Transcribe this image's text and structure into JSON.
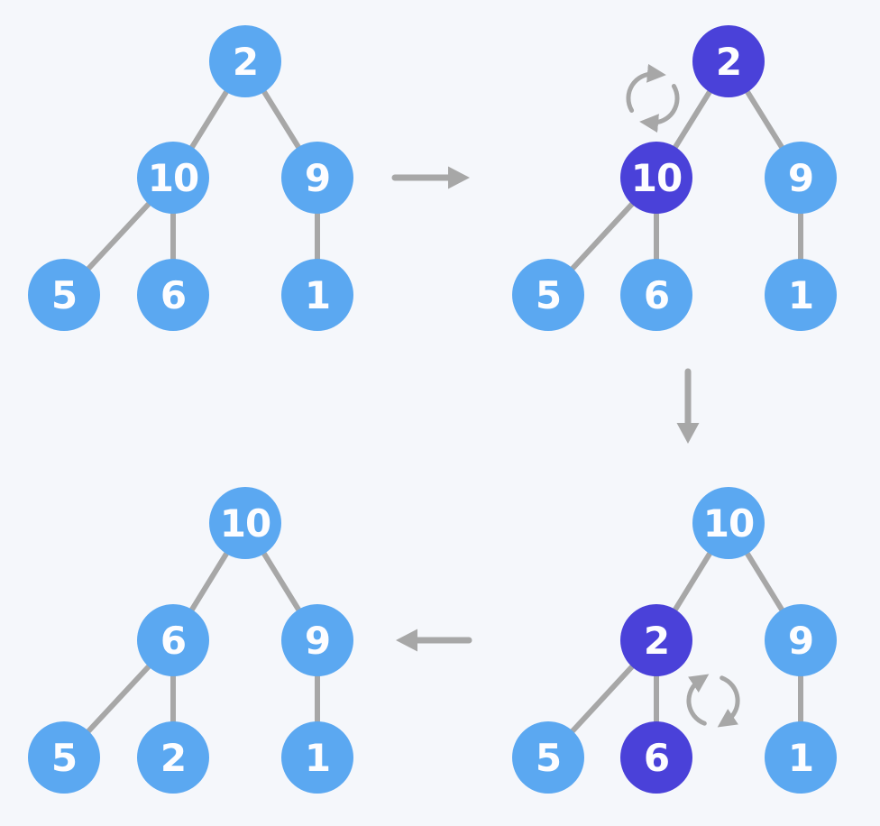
{
  "title": "heapify-steps-diagram",
  "colors": {
    "background": "#f5f7fb",
    "node": "#5ba8f1",
    "node_highlighted": "#4a41d9",
    "node_text": "#fdfdff",
    "edge": "#a7a7a7",
    "arrow": "#a7a7a7"
  },
  "trees": [
    {
      "step": 1,
      "position": "top-left",
      "nodes": {
        "root": {
          "value": "2",
          "highlighted": false
        },
        "left": {
          "value": "10",
          "highlighted": false
        },
        "right": {
          "value": "9",
          "highlighted": false
        },
        "left_left": {
          "value": "5",
          "highlighted": false
        },
        "left_right": {
          "value": "6",
          "highlighted": false
        },
        "right_left": {
          "value": "1",
          "highlighted": false
        }
      }
    },
    {
      "step": 2,
      "position": "top-right",
      "nodes": {
        "root": {
          "value": "2",
          "highlighted": true
        },
        "left": {
          "value": "10",
          "highlighted": true
        },
        "right": {
          "value": "9",
          "highlighted": false
        },
        "left_left": {
          "value": "5",
          "highlighted": false
        },
        "left_right": {
          "value": "6",
          "highlighted": false
        },
        "right_left": {
          "value": "1",
          "highlighted": false
        }
      },
      "swap": {
        "between": [
          "2",
          "10"
        ]
      }
    },
    {
      "step": 3,
      "position": "bottom-right",
      "nodes": {
        "root": {
          "value": "10",
          "highlighted": false
        },
        "left": {
          "value": "2",
          "highlighted": true
        },
        "right": {
          "value": "9",
          "highlighted": false
        },
        "left_left": {
          "value": "5",
          "highlighted": false
        },
        "left_right": {
          "value": "6",
          "highlighted": true
        },
        "right_left": {
          "value": "1",
          "highlighted": false
        }
      },
      "swap": {
        "between": [
          "2",
          "6"
        ]
      }
    },
    {
      "step": 4,
      "position": "bottom-left",
      "nodes": {
        "root": {
          "value": "10",
          "highlighted": false
        },
        "left": {
          "value": "6",
          "highlighted": false
        },
        "right": {
          "value": "9",
          "highlighted": false
        },
        "left_left": {
          "value": "5",
          "highlighted": false
        },
        "left_right": {
          "value": "2",
          "highlighted": false
        },
        "right_left": {
          "value": "1",
          "highlighted": false
        }
      }
    }
  ],
  "transition_arrows": [
    {
      "from_step": 1,
      "to_step": 2,
      "direction": "right"
    },
    {
      "from_step": 2,
      "to_step": 3,
      "direction": "down"
    },
    {
      "from_step": 3,
      "to_step": 4,
      "direction": "left"
    }
  ]
}
